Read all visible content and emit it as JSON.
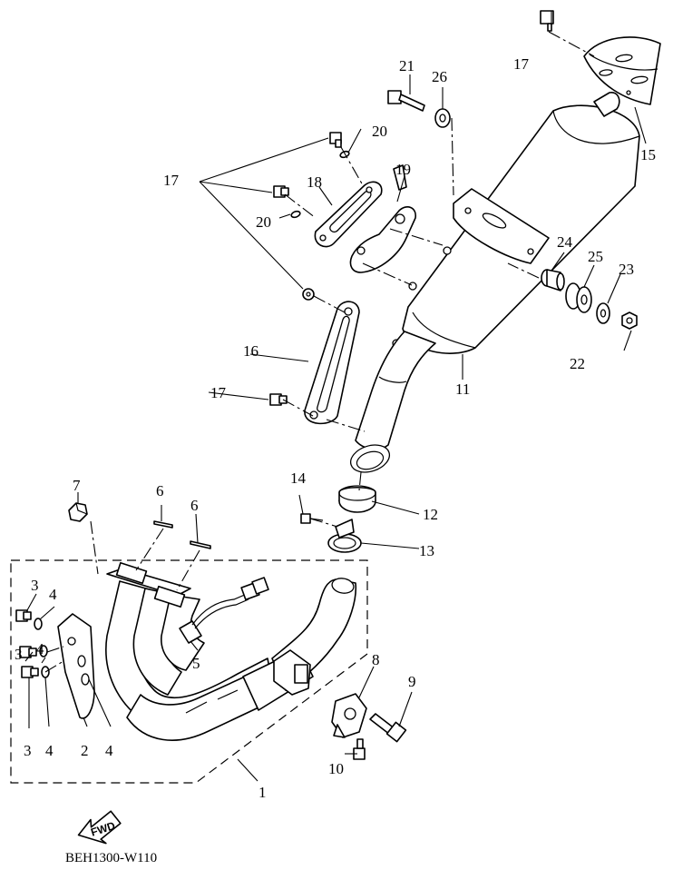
{
  "diagram": {
    "drawing_code": "BEH1300-W110",
    "direction_label": "FWD",
    "callouts": {
      "c1": "1",
      "c2": "2",
      "c3a": "3",
      "c3b": "3",
      "c3c": "3",
      "c4a": "4",
      "c4b": "4",
      "c4c": "4",
      "c4d": "4",
      "c5": "5",
      "c6a": "6",
      "c6b": "6",
      "c7": "7",
      "c8": "8",
      "c9": "9",
      "c10": "10",
      "c11": "11",
      "c12": "12",
      "c13": "13",
      "c14": "14",
      "c15": "15",
      "c16": "16",
      "c17a": "17",
      "c17b": "17",
      "c17c": "17",
      "c18": "18",
      "c19": "19",
      "c20a": "20",
      "c20b": "20",
      "c21": "21",
      "c22": "22",
      "c23": "23",
      "c24": "24",
      "c25": "25",
      "c26": "26"
    },
    "parts": [
      {
        "key": "exhaust-pipe-assembly",
        "callout": "1"
      },
      {
        "key": "exhaust-pipe-bracket",
        "callout": "2"
      },
      {
        "key": "bolt",
        "callout": "3"
      },
      {
        "key": "washer",
        "callout": "4"
      },
      {
        "key": "oxygen-sensor",
        "callout": "5"
      },
      {
        "key": "gasket",
        "callout": "6"
      },
      {
        "key": "nut",
        "callout": "7"
      },
      {
        "key": "damper",
        "callout": "8"
      },
      {
        "key": "bolt",
        "callout": "9"
      },
      {
        "key": "bolt",
        "callout": "10"
      },
      {
        "key": "muffler",
        "callout": "11"
      },
      {
        "key": "joint-gasket",
        "callout": "12"
      },
      {
        "key": "clamp",
        "callout": "13"
      },
      {
        "key": "bolt",
        "callout": "14"
      },
      {
        "key": "muffler-end-cap",
        "callout": "15"
      },
      {
        "key": "muffler-stay",
        "callout": "16"
      },
      {
        "key": "bolt",
        "callout": "17"
      },
      {
        "key": "muffler-bracket",
        "callout": "18"
      },
      {
        "key": "muffler-bracket-2",
        "callout": "19"
      },
      {
        "key": "washer",
        "callout": "20"
      },
      {
        "key": "bolt",
        "callout": "21"
      },
      {
        "key": "nut",
        "callout": "22"
      },
      {
        "key": "washer",
        "callout": "23"
      },
      {
        "key": "collar",
        "callout": "24"
      },
      {
        "key": "damper",
        "callout": "25"
      },
      {
        "key": "collar",
        "callout": "26"
      }
    ]
  }
}
